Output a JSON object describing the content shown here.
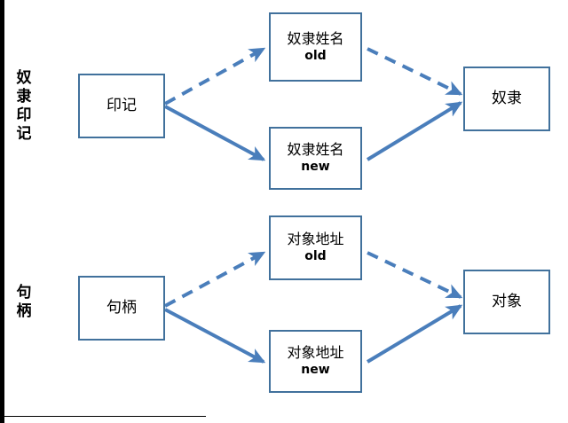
{
  "diagram": {
    "title": "",
    "colors": {
      "edge": "#4a7ebb",
      "node_border": "#41719c",
      "node_fill": "#ffffff",
      "text": "#000000",
      "frame": "#000000"
    },
    "groups": [
      {
        "id": "group-slave-mark",
        "label": "奴隶印记"
      },
      {
        "id": "group-handle",
        "label": "句柄"
      }
    ],
    "nodes": [
      {
        "id": "node-slave-mark-source",
        "cjk": "印记",
        "latin": ""
      },
      {
        "id": "node-slave-name-old",
        "cjk": "奴隶姓名",
        "latin": "old"
      },
      {
        "id": "node-slave-name-new",
        "cjk": "奴隶姓名",
        "latin": "new"
      },
      {
        "id": "node-slave",
        "cjk": "奴隶",
        "latin": ""
      },
      {
        "id": "node-handle-source",
        "cjk": "句柄",
        "latin": ""
      },
      {
        "id": "node-object-addr-old",
        "cjk": "对象地址",
        "latin": "old"
      },
      {
        "id": "node-object-addr-new",
        "cjk": "对象地址",
        "latin": "new"
      },
      {
        "id": "node-object",
        "cjk": "对象",
        "latin": ""
      }
    ],
    "edges": [
      {
        "id": "edge-mark-to-name-old",
        "from": "印记",
        "to": "奴隶姓名 old",
        "style": "dashed"
      },
      {
        "id": "edge-mark-to-name-new",
        "from": "印记",
        "to": "奴隶姓名 new",
        "style": "solid"
      },
      {
        "id": "edge-name-old-to-slave",
        "from": "奴隶姓名 old",
        "to": "奴隶",
        "style": "dashed"
      },
      {
        "id": "edge-name-new-to-slave",
        "from": "奴隶姓名 new",
        "to": "奴隶",
        "style": "solid"
      },
      {
        "id": "edge-handle-to-addr-old",
        "from": "句柄",
        "to": "对象地址 old",
        "style": "dashed"
      },
      {
        "id": "edge-handle-to-addr-new",
        "from": "句柄",
        "to": "对象地址 new",
        "style": "solid"
      },
      {
        "id": "edge-addr-old-to-object",
        "from": "对象地址 old",
        "to": "对象",
        "style": "dashed"
      },
      {
        "id": "edge-addr-new-to-object",
        "from": "对象地址 new",
        "to": "对象",
        "style": "solid"
      }
    ]
  }
}
